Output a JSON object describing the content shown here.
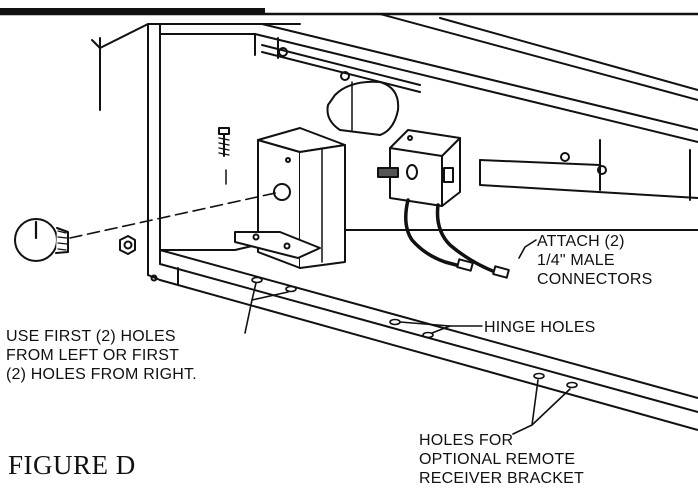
{
  "figure_caption": "FIGURE D",
  "callouts": {
    "attach": [
      "ATTACH (2)",
      "1/4\" MALE",
      "CONNECTORS"
    ],
    "hinge_holes": "HINGE HOLES",
    "first_holes": [
      "USE FIRST (2) HOLES",
      "FROM LEFT OR FIRST",
      "(2) HOLES FROM RIGHT."
    ],
    "remote_holes": [
      "HOLES FOR",
      "OPTIONAL REMOTE",
      "RECEIVER BRACKET"
    ]
  },
  "icons": [
    "control-knob-icon",
    "nut-icon",
    "screw-icon",
    "control-switch-icon",
    "wire-connector-icon"
  ]
}
